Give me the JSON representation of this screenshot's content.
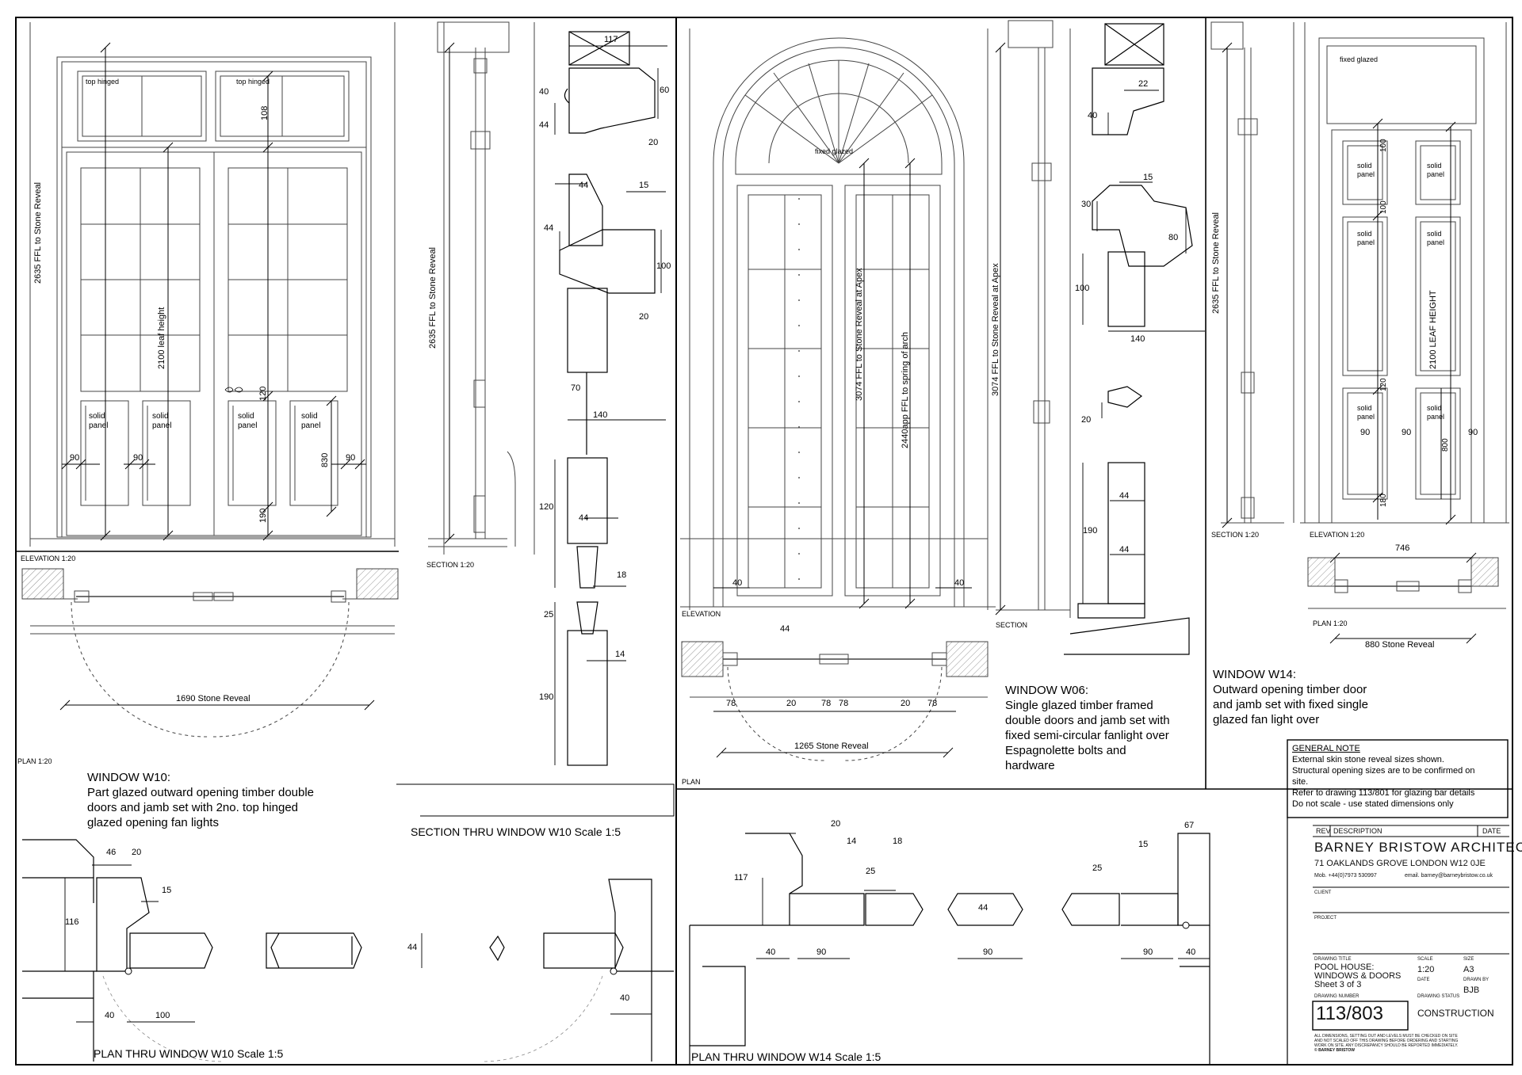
{
  "panels": {
    "w10_elevation": {
      "view_label": "ELEVATION 1:20",
      "fan_left": "top hinged",
      "fan_right": "top hinged",
      "panel_labels": [
        "solid\npanel",
        "solid\npanel",
        "solid\npanel",
        "solid\npanel"
      ],
      "dims": {
        "overall": "2635 FFL to Stone Reveal",
        "leaf": "2100 leaf height",
        "d108": "108",
        "d120": "120",
        "d830": "830",
        "d190": "190",
        "d90a": "90",
        "d90b": "90",
        "d90c": "90"
      }
    },
    "w10_section": {
      "view_label": "SECTION 1:20",
      "dim": "2635 FFL to Stone Reveal"
    },
    "w10_plan": {
      "view_label": "PLAN 1:20",
      "dim": "1690 Stone Reveal"
    },
    "w10_section_detail": {
      "title": "SECTION THRU WINDOW W10  Scale 1:5",
      "dims": [
        "117",
        "40",
        "60",
        "44",
        "20",
        "44",
        "15",
        "44",
        "100",
        "20",
        "70",
        "140",
        "120",
        "44",
        "18",
        "25",
        "14",
        "190"
      ]
    },
    "w10_note": {
      "title": "WINDOW W10:",
      "lines": [
        "Part glazed outward opening timber double",
        "doors and jamb set with 2no. top hinged",
        "glazed opening fan lights"
      ]
    },
    "w10_plan_detail": {
      "title": "PLAN THRU WINDOW W10  Scale 1:5",
      "dims": [
        "46",
        "20",
        "15",
        "116",
        "44",
        "40",
        "100",
        "40"
      ]
    },
    "w06_elevation": {
      "view_label": "ELEVATION",
      "fan": "fixed glazed",
      "dims": {
        "apex": "3074 FFL to Stone Reveal at Apex",
        "spring": "2440app FFL to spring of arch",
        "d40a": "40",
        "d40b": "40"
      }
    },
    "w06_section": {
      "view_label": "SECTION",
      "dim": "3074 FFL to Stone Reveal at Apex"
    },
    "w06_section_detail": {
      "dims": [
        "22",
        "40",
        "15",
        "30",
        "80",
        "100",
        "140",
        "20",
        "44",
        "190",
        "44"
      ]
    },
    "w06_plan": {
      "view_label": "PLAN",
      "dims": [
        "44",
        "78",
        "20",
        "78",
        "78",
        "20",
        "78"
      ],
      "reveal": "1265 Stone Reveal"
    },
    "w06_note": {
      "title": "WINDOW W06:",
      "lines": [
        "Single glazed timber framed",
        "double doors and jamb set with",
        "fixed semi-circular fanlight over",
        "Espagnolette bolts and",
        "hardware"
      ]
    },
    "w14_section": {
      "view_label": "SECTION 1:20",
      "dim": "2635 FFL to Stone Reveal"
    },
    "w14_elevation": {
      "view_label": "ELEVATION 1:20",
      "fan": "fixed glazed",
      "panel_labels": [
        "solid\npanel",
        "solid\npanel",
        "solid\npanel",
        "solid\npanel",
        "solid\npanel",
        "solid\npanel"
      ],
      "dims": {
        "leaf": "2100 LEAF HEIGHT",
        "d100a": "100",
        "d100b": "100",
        "d120": "120",
        "d800": "800",
        "d180": "180",
        "d90a": "90",
        "d90b": "90",
        "d90c": "90"
      }
    },
    "w14_plan": {
      "view_label": "PLAN 1:20",
      "dim_top": "746",
      "reveal": "880 Stone Reveal"
    },
    "w14_note": {
      "title": "WINDOW W14:",
      "lines": [
        "Outward opening timber door",
        "and jamb set with fixed single",
        "glazed fan light over"
      ]
    },
    "w14_plan_detail": {
      "title": "PLAN THRU WINDOW W14 Scale 1:5",
      "dims": [
        "20",
        "14",
        "18",
        "25",
        "117",
        "40",
        "90",
        "44",
        "90",
        "25",
        "15",
        "67",
        "90",
        "40"
      ]
    }
  },
  "general_note": {
    "title": "GENERAL NOTE",
    "lines": [
      "External skin stone reveal sizes shown.",
      "Structural opening sizes are to be confirmed on",
      "site.",
      "Refer to drawing 113/801 for glazing bar details",
      "Do not scale - use stated dimensions only"
    ]
  },
  "title_block": {
    "rev": "REV",
    "description": "DESCRIPTION",
    "date": "DATE",
    "firm": "BARNEY BRISTOW ARCHITECTS",
    "address": "71 OAKLANDS GROVE  LONDON  W12 0JE",
    "mobile": "Mob. +44(0)7973 530997",
    "email": "email. barney@barneybristow.co.uk",
    "client_label": "CLIENT",
    "project_label": "PROJECT",
    "drawing_title_label": "DRAWING TITLE",
    "drawing_title": [
      "POOL HOUSE:",
      "WINDOWS & DOORS",
      "Sheet 3 of 3"
    ],
    "scale_label": "SCALE",
    "scale": "1:20",
    "size_label": "SIZE",
    "size": "A3",
    "date_label": "DATE",
    "drawn_label": "DRAWN BY",
    "drawn": "BJB",
    "number_label": "DRAWING NUMBER",
    "number": "113/803",
    "status_label": "DRAWING STATUS",
    "status": "CONSTRUCTION",
    "disclaimer": [
      "ALL DIMENSIONS, SETTING OUT AND LEVELS MUST BE CHECKED ON SITE",
      "AND NOT SCALED OFF THIS DRAWING BEFORE ORDERING AND STARTING",
      "WORK ON SITE. ANY DISCREPANCY SHOULD BE REPORTED IMMEDIATELY.",
      "© BARNEY BRISTOW"
    ]
  }
}
